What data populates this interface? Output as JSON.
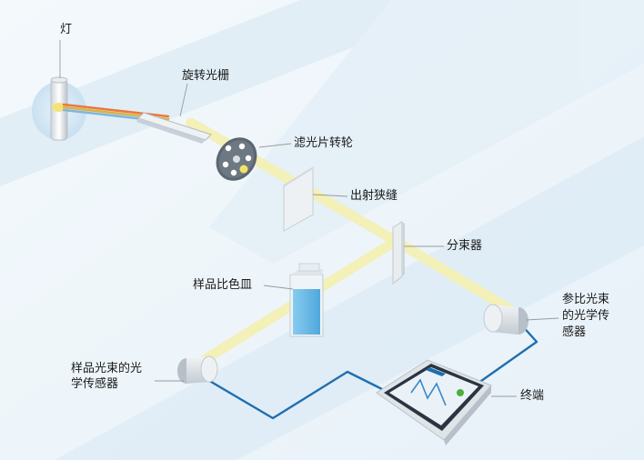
{
  "labels": {
    "lamp": "灯",
    "rotating_grating": "旋转光栅",
    "filter_wheel": "滤光片转轮",
    "exit_slit": "出射狭缝",
    "beam_splitter": "分束器",
    "sample_cuvette": "样品比色皿",
    "reference_sensor_line1": "参比光束",
    "reference_sensor_line2": "的光学传",
    "reference_sensor_line3": "感器",
    "sample_sensor_line1": "样品光束的光",
    "sample_sensor_line2": "学传感器",
    "terminal": "终端"
  },
  "colors": {
    "background_band": "#dcebf5",
    "light_beam": "#f3f0b8",
    "cable": "#1f6fb0",
    "leader_line": "#9a9a9a",
    "cuvette_liquid": "#5fb4e6",
    "screen_accent": "#4fae3a"
  }
}
